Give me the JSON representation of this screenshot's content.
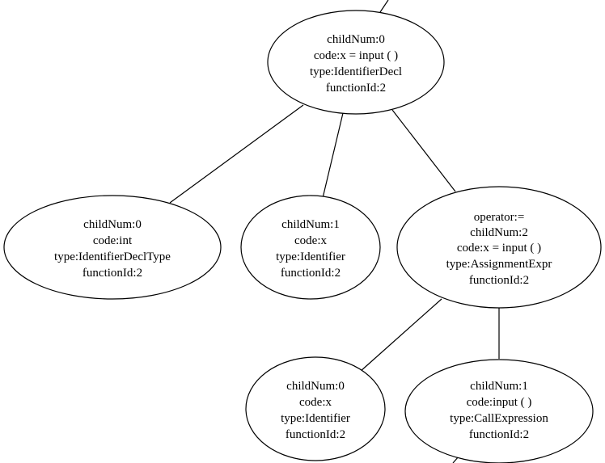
{
  "nodes": {
    "root": {
      "lines": [
        "childNum:0",
        "code:x = input ( )",
        "type:IdentifierDecl",
        "functionId:2"
      ]
    },
    "decl_type": {
      "lines": [
        "childNum:0",
        "code:int",
        "type:IdentifierDeclType",
        "functionId:2"
      ]
    },
    "identifier": {
      "lines": [
        "childNum:1",
        "code:x",
        "type:Identifier",
        "functionId:2"
      ]
    },
    "assignment": {
      "lines": [
        "operator:=",
        "childNum:2",
        "code:x = input ( )",
        "type:AssignmentExpr",
        "functionId:2"
      ]
    },
    "assign_identifier": {
      "lines": [
        "childNum:0",
        "code:x",
        "type:Identifier",
        "functionId:2"
      ]
    },
    "call_expression": {
      "lines": [
        "childNum:1",
        "code:input ( )",
        "type:CallExpression",
        "functionId:2"
      ]
    }
  }
}
